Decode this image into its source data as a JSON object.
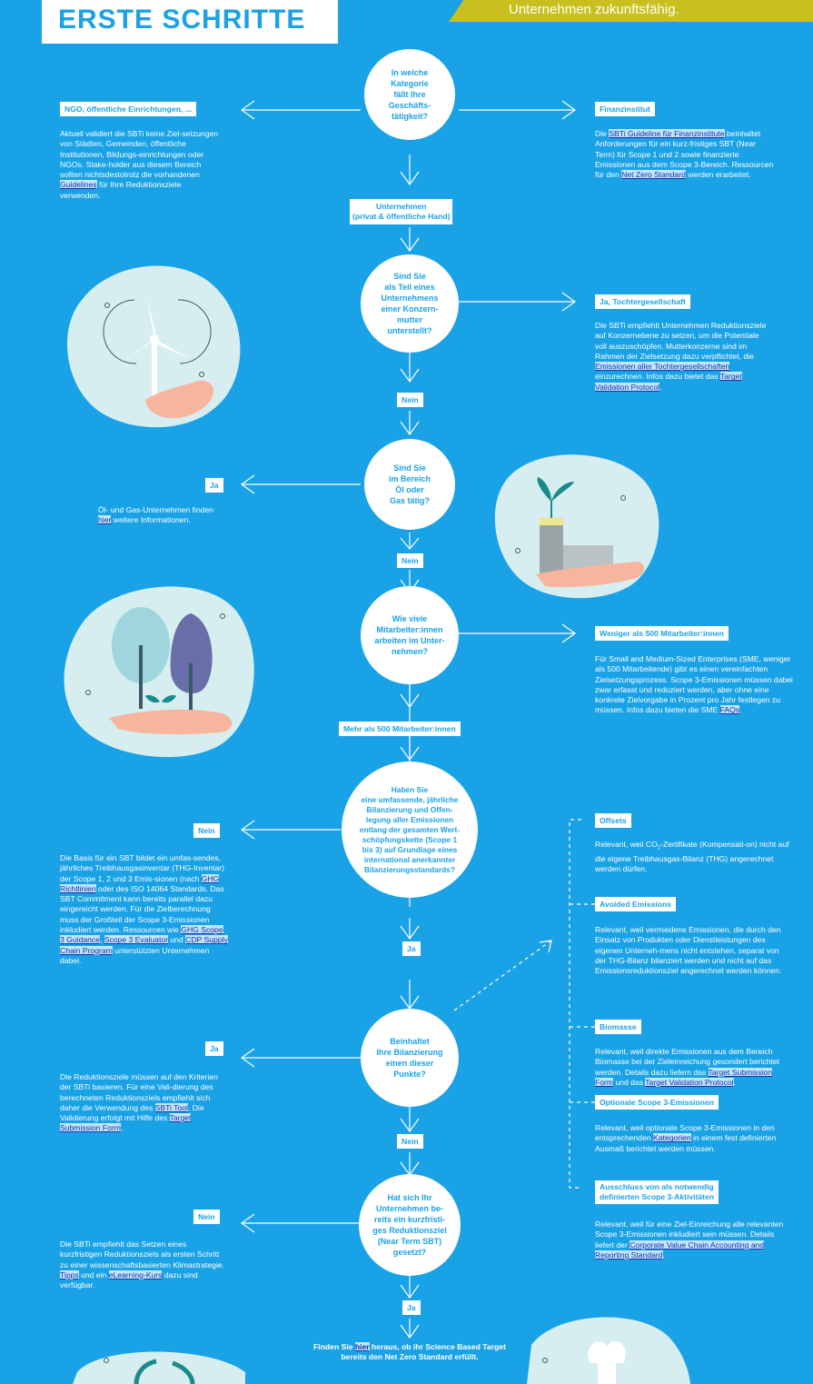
{
  "header": {
    "title": "ERSTE SCHRITTE",
    "banner": "Unternehmen zukunftsfähig."
  },
  "colors": {
    "background": "#1aa2e6",
    "white": "#ffffff",
    "banner": "#c9c01f",
    "link": "#1b2fa8"
  },
  "flow": {
    "q1": "In welche\nKategorie\nfällt Ihre\nGeschäfts-\ntätigkeit?",
    "unternehmen": "Unternehmen",
    "unternehmen_sub": "(privat & öffentliche Hand)",
    "q2": "Sind Sie\nals Teil eines\nUnternehmens\neiner Konzern-\nmutter\nunterstellt?",
    "nein1": "Nein",
    "q3": "Sind Sie\nim Bereich\nÖl oder\nGas tätig?",
    "nein2": "Nein",
    "q4": "Wie viele\nMitarbeiter:innen\narbeiten im Unter-\nnehmen?",
    "mehr500": "Mehr als 500 Mitarbeiter:innen",
    "q5": "Haben Sie\neine umfassende, jährliche\nBilanzierung und Offen-\nlegung aller Emissionen\nentlang der gesamten Wert-\nschöpfungskette (Scope 1\nbis 3) auf Grundlage eines\ninternational anerkannter\nBilanzierungsstandards?",
    "ja1": "Ja",
    "q6": "Beinhaltet\nIhre Bilanzierung\neinen dieser\nPunkte?",
    "nein3": "Nein",
    "q7": "Hat sich Ihr\nUnternehmen be-\nreits ein kurzfristi-\nges Reduktionsziel\n(Near Term SBT)\ngesetzt?",
    "ja2": "Ja",
    "final_pre": "Finden Sie ",
    "final_link": "hier",
    "final_post": " heraus, ob ihr Science Based Target bereits den Net Zero Standard erfüllt."
  },
  "left": {
    "ngo": {
      "label": "NGO, öffentliche Einrichtungen, ...",
      "text_pre": "Aktuell validiert die SBTi keine Ziel-setzungen von Städten, Gemeinden, öffentliche Institutionen, Bildungs-einrichtungen oder NGOs. Stake-holder aus diesem Bereich sollten nichtsdestotrotz die vorhandenen ",
      "link": "Guidelines",
      "text_post": " für Ihre Reduktionsziele verwenden."
    },
    "oel": {
      "label": "Ja",
      "text_pre": "Öl- und Gas-Unternehmen finden ",
      "link": "hier",
      "text_post": " weitere Informationen."
    },
    "nein_bilanz": {
      "label": "Nein",
      "t1": "Die Basis für ein SBT bildet ein umfas-sendes, jährliches Treibhausgasinventar (THG-Inventar) der Scope 1, 2 und 3 Emis-sionen (nach ",
      "l1": "GHG Richtlinien",
      "t2": " oder des ISO 14064 Standards. Das SBT Commitment kann bereits parallel dazu eingereicht werden. Für die Zielberechnung muss der Großteil der Scope 3-Emissionen inkludiert werden. Ressourcen wie ",
      "l2": "GHG Scope 3 Guidance",
      "t3": ", ",
      "l3": "Scope 3 Evaluator",
      "t4": " und ",
      "l4": "CDP Supply Chain Program",
      "t5": " unterstützten Unternehmen dabei."
    },
    "ja_punkte": {
      "label": "Ja",
      "t1": "Die Reduktionsziele müssen auf den Kriterien der SBTi basieren. Für eine Vali-dierung des berechneten Reduktionsziels empfiehlt sich daher die Verwendung des ",
      "l1": "SBTi Tool",
      "t2": ". Die Validierung erfolgt mit Hilfe des ",
      "l2": "Target Submission Form",
      "t3": "."
    },
    "nein_near": {
      "label": "Nein",
      "t1": "Die SBTi empfiehlt das Setzen eines kurzfristigen Reduktionsziels als ersten Schritt zu einer wissenschaftsbasierten Klimastrategie. ",
      "l1": "Tipps",
      "t2": " und ein ",
      "l2": "eLearning-Kurs",
      "t3": " dazu sind verfügbar."
    }
  },
  "right": {
    "finanz": {
      "label": "Finanzinstitut",
      "t1": "Die ",
      "l1": "SBTi Guideline für Finanzinstitute",
      "t2": " beinhaltet Anforderungen für ein kurz-fristiges SBT (Near Term) für Scope 1 und 2 sowie finanzierte Emissionen aus dem Scope 3-Bereich. Ressourcen für den ",
      "l2": "Net Zero Standard",
      "t3": " werden erarbeitet."
    },
    "tochter": {
      "label": "Ja, Tochtergesellschaft",
      "t1": "Die SBTi empfiehlt Unternehmen Reduktionsziele auf Konzernebene zu setzen, um die Potentiale voll auszuschöpfen. Mutterkonzerne sind im Rahmen der Zielsetzung dazu verpflichtet, die ",
      "l1": "Emissionen aller Tochtergesellschaften",
      "t2": " einzurechnen. Infos dazu bietet das ",
      "l2": "Target Validation Protocol",
      "t3": "."
    },
    "sme": {
      "label": "Weniger als 500 Mitarbeiter:innen",
      "t1": "Für Small and Medium-Sized Enterprises (SME, weniger als 500 Mitarbeitende) gibt es einen vereinfachten Zielsetzungsprozess. Scope 3-Emissionen müssen dabei zwar erfasst und reduziert werden, aber ohne eine konkrete Zielvorgabe in Prozent pro Jahr festlegen zu müssen. Infos dazu bieten die SME ",
      "l1": "FAQs",
      "t2": "."
    },
    "offsets": {
      "label": "Offsets",
      "t1": "Relevant, weil CO",
      "sub": "2",
      "t2": "-Zertifikate (Kompensati-on) nicht auf die eigene Treibhausgas-Bilanz (THG) angerechnet werden dürfen."
    },
    "avoided": {
      "label": "Avoided Emissions",
      "t1": "Relevant, weil vermiedene Emissionen, die durch den Einsatz von Produkten oder Dienstleistungen des eigenen Unterneh-mens nicht entstehen, separat von der THG-Bilanz bilanziert werden und nicht auf das Emissionsreduktionsziel angerechnet werden können."
    },
    "biomasse": {
      "label": "Biomasse",
      "t1": "Relevant, weil direkte Emissionen aus dem Bereich Biomasse bei der Zieleinreichung gesondert berichtet werden. Details dazu liefern das ",
      "l1": "Target Submission Form",
      "t2": " und das ",
      "l2": "Target Validation Protocol",
      "t3": "."
    },
    "optional": {
      "label": "Optionale Scope 3-Emissionen",
      "t1": "Relevant, weil optionale Scope 3-Emissionen in den entsprechenden ",
      "l1": "Kategorien",
      "t2": " in einem fest definierten Ausmaß berichtet werden müssen."
    },
    "ausschluss": {
      "label1": "Ausschluss von als notwendig",
      "label2": "definierten Scope 3-Aktivitäten",
      "t1": "Relevant, weil für eine Ziel-Einreichung alle relevanten Scope 3-Emissionen inkludiert sein müssen. Details liefert der ",
      "l1": "Corporate Value Chain Accounting and Reporting Standard",
      "t2": "."
    }
  }
}
